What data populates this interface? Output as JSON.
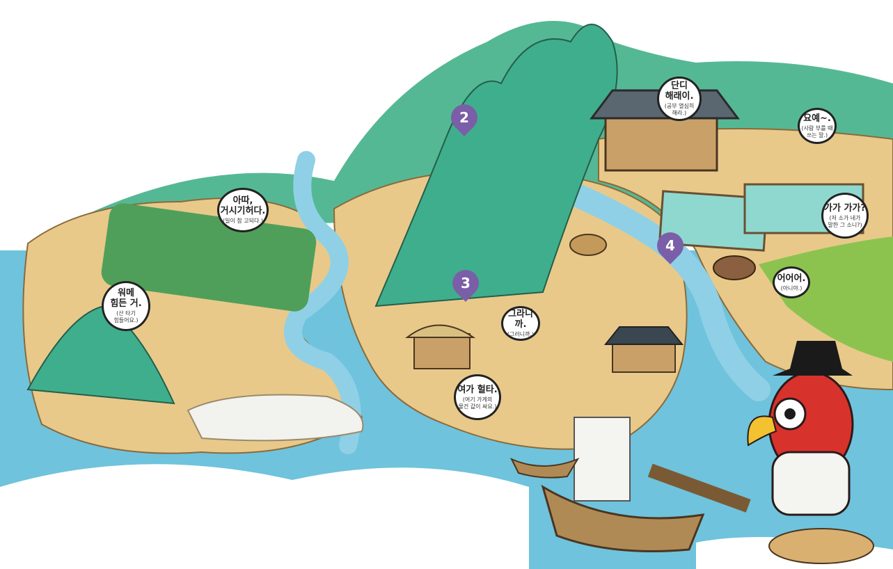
{
  "markers": [
    {
      "id": "2",
      "label": "2"
    },
    {
      "id": "3",
      "label": "3"
    },
    {
      "id": "4",
      "label": "4"
    }
  ],
  "bubbles": {
    "field_farmer": {
      "text": "아따,\n거시기허다.",
      "translation": "(일이 참 고되다.)"
    },
    "mountain_hiker": {
      "text": "워메\n힘든 거.",
      "translation": "(산 타기\n힘들어요.)"
    },
    "school": {
      "text": "단디\n해래이.",
      "translation": "(공부 열심히\n해라.)"
    },
    "calling": {
      "text": "요예~.",
      "translation": "(사람 부를 때\n쓰는 말.)"
    },
    "cow_owner": {
      "text": "가가 가가?",
      "translation": "(저 소가 네가\n말한 그 소니?)"
    },
    "denial": {
      "text": "어어어.",
      "translation": "(아니야.)"
    },
    "agree": {
      "text": "그라니까.",
      "translation": "(그러니까.)"
    },
    "market": {
      "text": "여가 헐타.",
      "translation": "(여기 가게의\n물건 값이 싸요.)"
    }
  },
  "colors": {
    "sea": "#6fc3dc",
    "river": "#8fd0e6",
    "land": "#e8c98a",
    "mountain": "#3fae8c",
    "field": "#4f9f5a",
    "marker": "#7b5ea8",
    "parrot": "#d8322c"
  }
}
